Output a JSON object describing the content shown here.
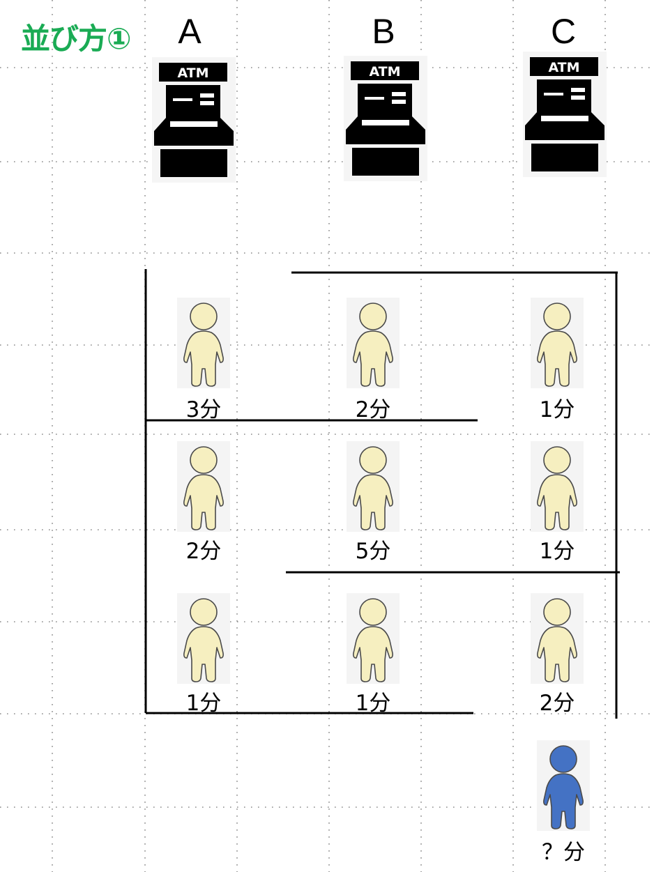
{
  "title": "並び方①",
  "columns": [
    "A",
    "B",
    "C"
  ],
  "atm_label": "ATM",
  "colors": {
    "title": "#1aab54",
    "waiting_person": "#f6efc0",
    "new_person": "#4472c4",
    "grid_dots": "#8a8a8a"
  },
  "queue": [
    {
      "col": "A",
      "row": 1,
      "time": "3分"
    },
    {
      "col": "B",
      "row": 1,
      "time": "2分"
    },
    {
      "col": "C",
      "row": 1,
      "time": "1分"
    },
    {
      "col": "A",
      "row": 2,
      "time": "2分"
    },
    {
      "col": "B",
      "row": 2,
      "time": "5分"
    },
    {
      "col": "C",
      "row": 2,
      "time": "1分"
    },
    {
      "col": "A",
      "row": 3,
      "time": "1分"
    },
    {
      "col": "B",
      "row": 3,
      "time": "1分"
    },
    {
      "col": "C",
      "row": 3,
      "time": "2分"
    }
  ],
  "newcomer": {
    "col": "C",
    "time": "？分"
  }
}
